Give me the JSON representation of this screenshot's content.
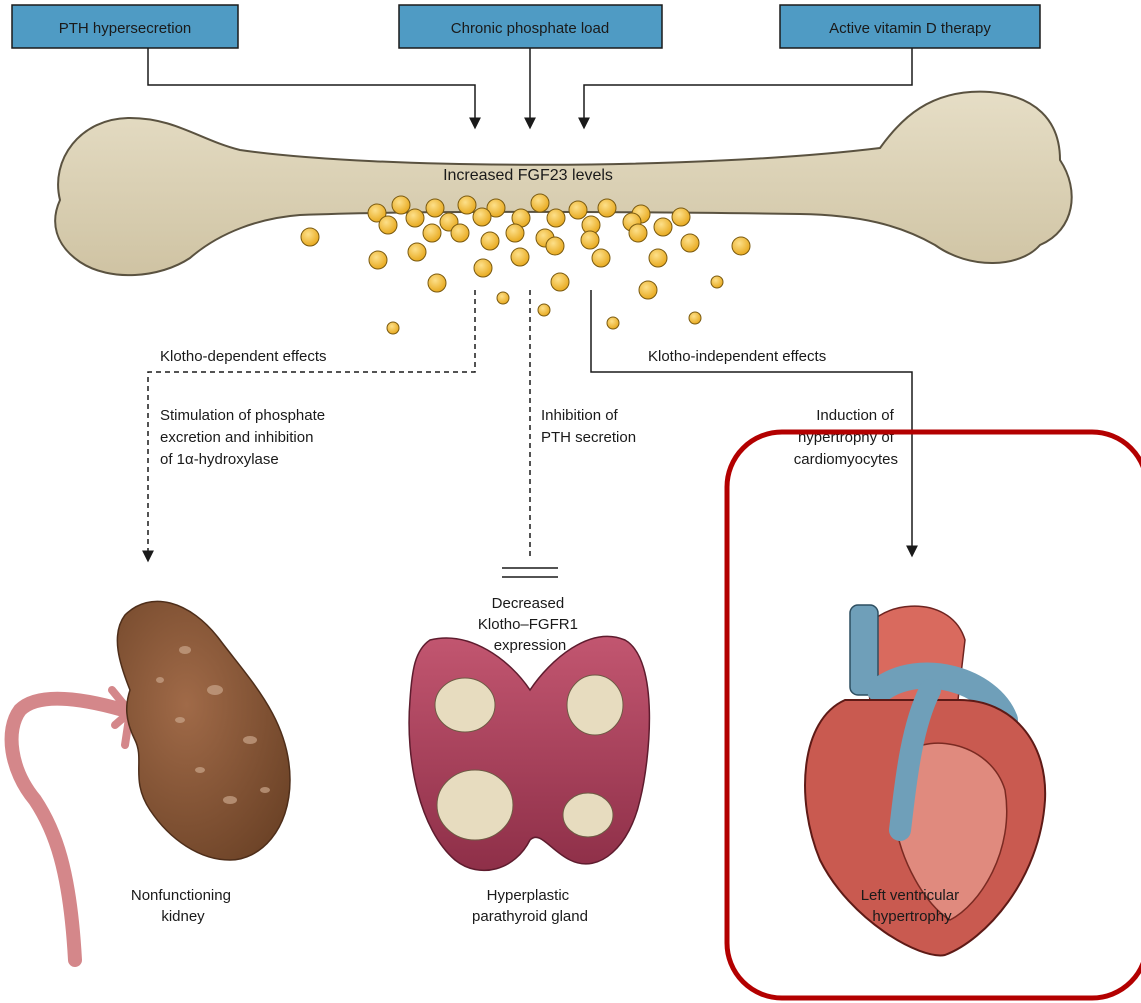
{
  "causes": {
    "pth": "PTH hypersecretion",
    "phosphate": "Chronic phosphate load",
    "vitamin_d": "Active vitamin D therapy"
  },
  "bone": {
    "label": "Increased FGF23 levels"
  },
  "pathways": {
    "klotho_dependent": "Klotho-dependent effects",
    "klotho_independent": "Klotho-independent effects"
  },
  "effects": {
    "kidney_effect": [
      "Stimulation of phosphate",
      "excretion and inhibition",
      "of 1α-hydroxylase"
    ],
    "pth_effect": [
      "Inhibition of",
      "PTH secretion"
    ],
    "heart_effect": [
      "Induction of",
      "hypertrophy of",
      "cardiomyocytes"
    ]
  },
  "parathyroid_note": [
    "Decreased",
    "Klotho–FGFR1",
    "expression"
  ],
  "outcomes": {
    "kidney": [
      "Nonfunctioning",
      "kidney"
    ],
    "parathyroid": [
      "Hyperplastic",
      "parathyroid gland"
    ],
    "heart": [
      "Left ventricular",
      "hypertrophy"
    ]
  },
  "colors": {
    "box_fill": "#4f9bc4",
    "bone_fill": "#d9cfb4",
    "fgf23_dot": "#f2c040",
    "highlight": "#b30000",
    "kidney": "#8a5a3c",
    "parathyroid": "#b0405c",
    "heart": "#c0504a"
  }
}
